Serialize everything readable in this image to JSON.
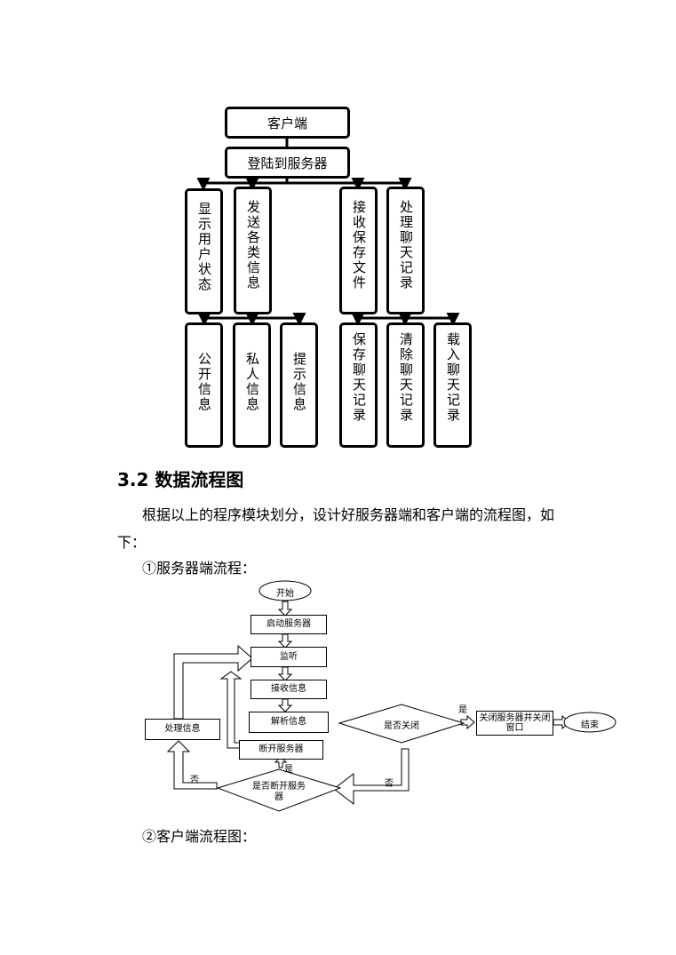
{
  "module_tree": {
    "root": "客户端",
    "login": "登陆到服务器",
    "left_modules": [
      "显示用户状态",
      "发送各类信息"
    ],
    "right_modules": [
      "接收保存文件",
      "处理聊天记录"
    ],
    "send_children": [
      "公开信息",
      "私人信息",
      "提示信息"
    ],
    "record_children": [
      "保存聊天记录",
      "清除聊天记录",
      "载入聊天记录"
    ]
  },
  "section": {
    "heading": "3.2 数据流程图",
    "intro_line1": "根据以上的程序模块划分，设计好服务器端和客户端的流程图，如",
    "intro_line2": "下：",
    "server_caption": "①服务器端流程：",
    "client_caption": "②客户端流程图："
  },
  "server_flow": {
    "start": "开始",
    "start_server": "启动服务器",
    "listen": "监听",
    "receive": "接收信息",
    "parse": "解析信息",
    "is_closed": "是否关闭",
    "close": "关闭服务器并关闭窗口",
    "end": "结束",
    "handle": "处理信息",
    "disconnect": "断开服务器",
    "is_disconnect": "是否断开服务器",
    "yes": "是",
    "no": "否"
  }
}
